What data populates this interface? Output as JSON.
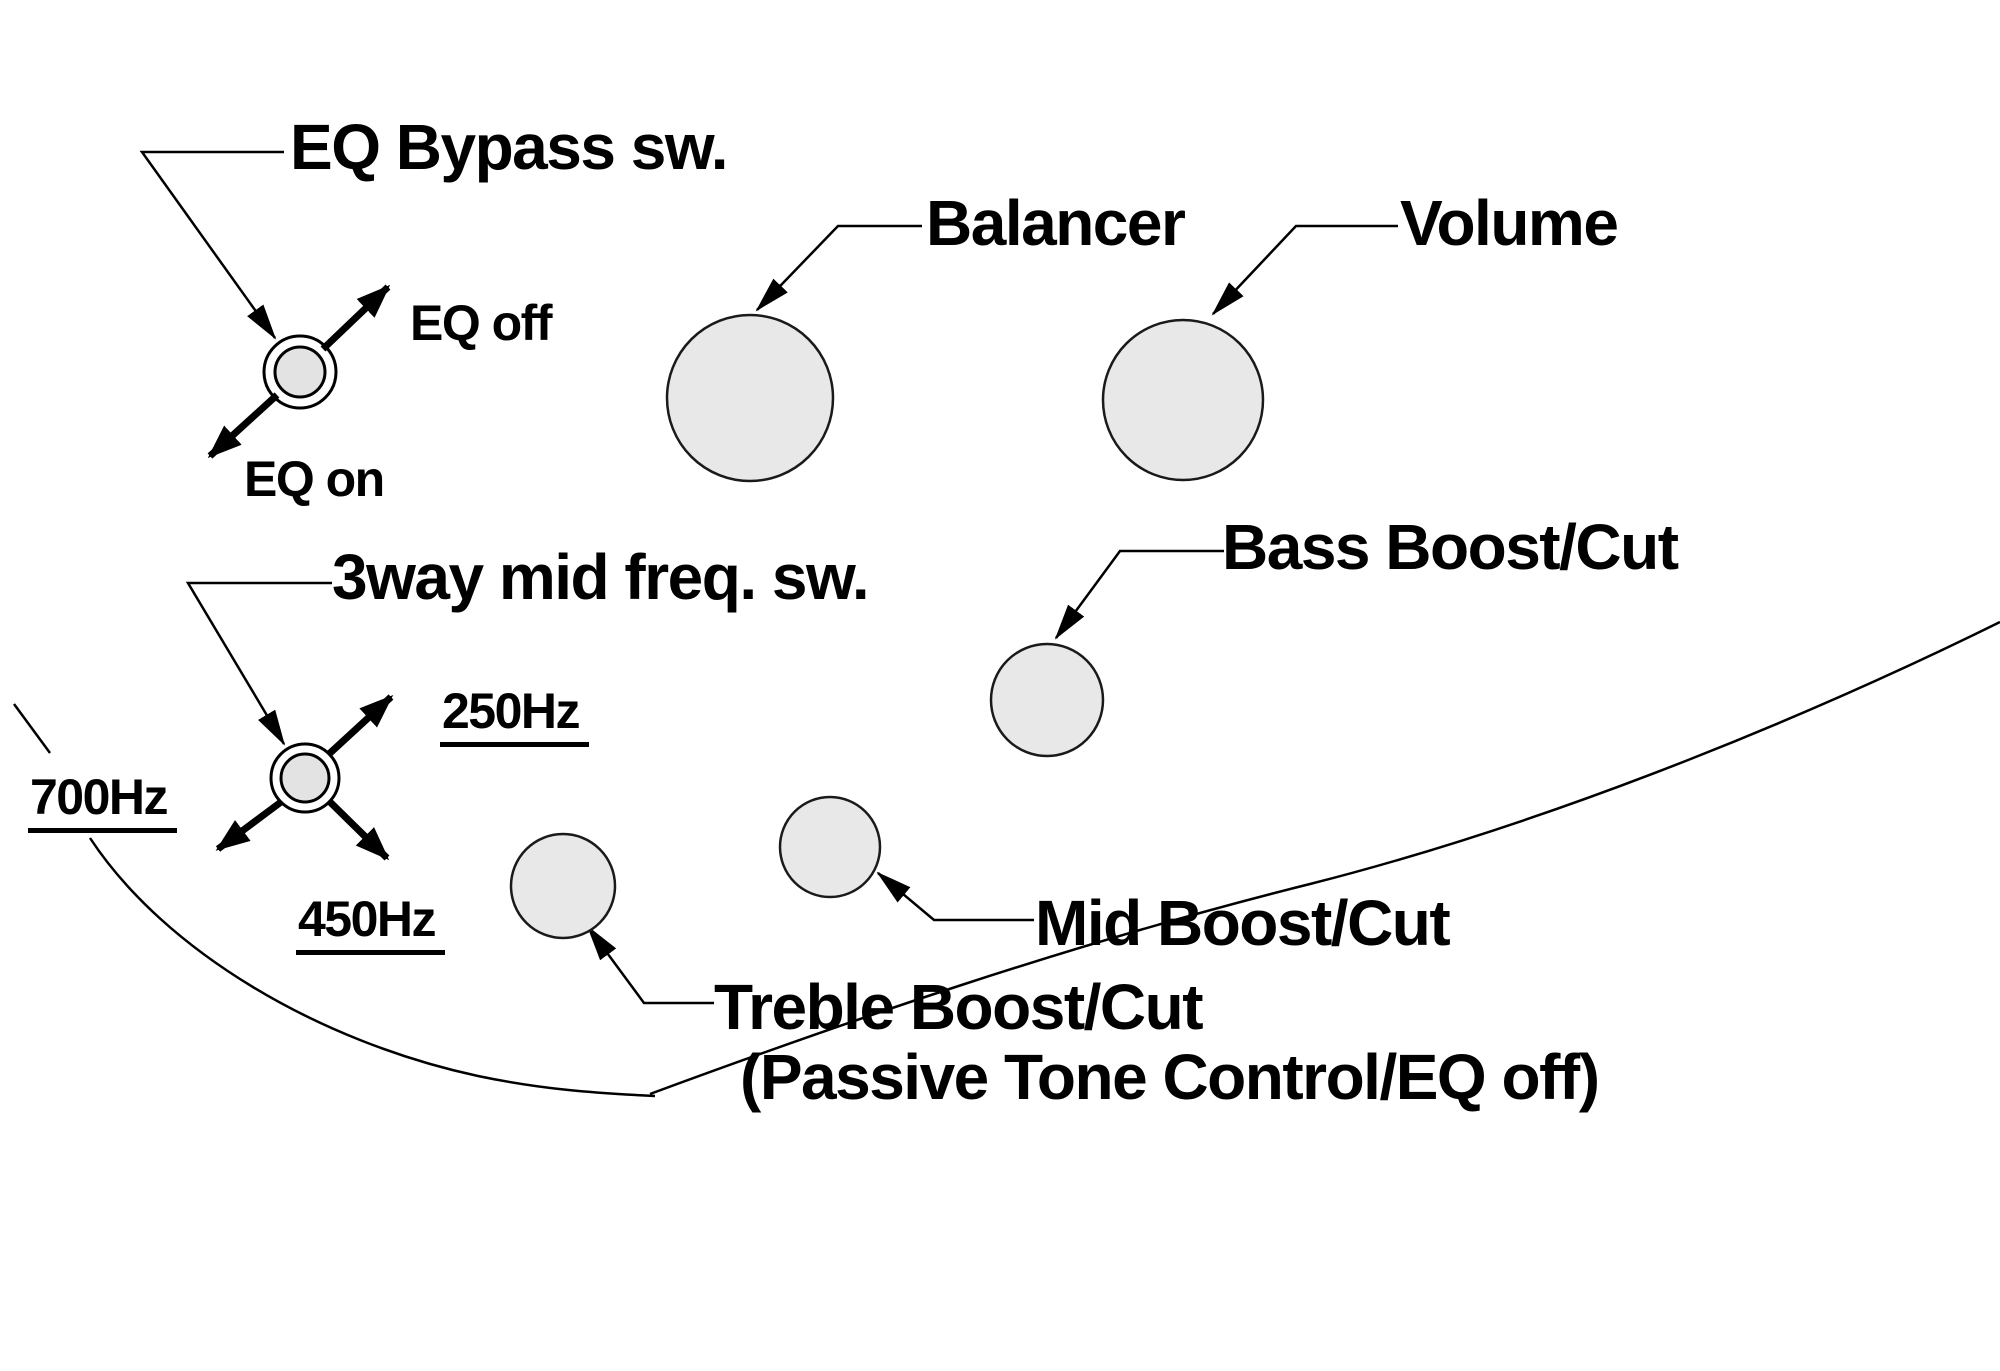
{
  "figure": {
    "background": "#ffffff",
    "knob_fill": "#e8e8e8",
    "switch_fill": "#e3e3e3",
    "line_color": "#000000"
  },
  "controls": {
    "eq_bypass_switch": {
      "label": "EQ Bypass sw.",
      "positions": {
        "off": "EQ off",
        "on": "EQ on"
      }
    },
    "balancer": {
      "label": "Balancer"
    },
    "volume": {
      "label": "Volume"
    },
    "bass": {
      "label": "Bass Boost/Cut"
    },
    "mid_freq_switch": {
      "label": "3way mid freq. sw.",
      "positions": {
        "p250": "250Hz",
        "p450": "450Hz",
        "p700": "700Hz"
      }
    },
    "mid": {
      "label": "Mid Boost/Cut"
    },
    "treble": {
      "label": "Treble Boost/Cut",
      "note": "(Passive Tone Control/EQ off)"
    }
  }
}
